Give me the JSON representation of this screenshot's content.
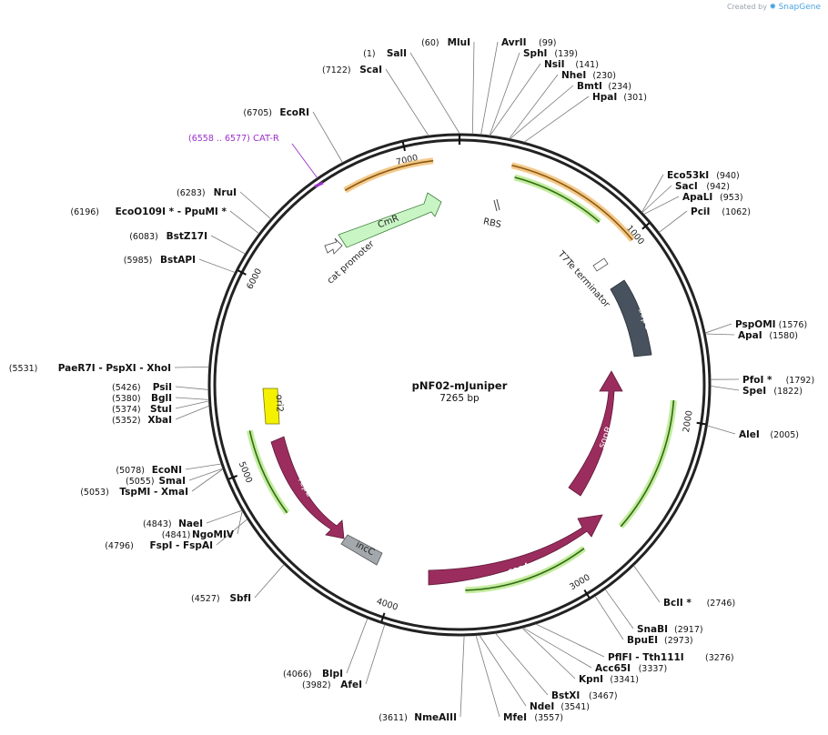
{
  "watermark": {
    "prefix": "Created by",
    "brand": "SnapGene"
  },
  "plasmid": {
    "name": "pNF02-mJuniper",
    "length_label": "7265 bp",
    "length": 7265
  },
  "ticks": [
    {
      "label": "1000",
      "pos": 1000
    },
    {
      "label": "2000",
      "pos": 2000
    },
    {
      "label": "3000",
      "pos": 3000
    },
    {
      "label": "4000",
      "pos": 4000
    },
    {
      "label": "5000",
      "pos": 5000
    },
    {
      "label": "6000",
      "pos": 6000
    },
    {
      "label": "7000",
      "pos": 7000
    }
  ],
  "primer": {
    "range": "(6558 .. 6577)",
    "name": "CAT-R",
    "color": "#9b30c8"
  },
  "sites": [
    {
      "name": "SalI",
      "pos": "(1)",
      "bp": 1,
      "side": "L"
    },
    {
      "name": "MluI",
      "pos": "(60)",
      "bp": 60,
      "side": "L"
    },
    {
      "name": "AvrII",
      "pos": "(99)",
      "bp": 99,
      "side": "R"
    },
    {
      "name": "SphI",
      "pos": "(139)",
      "bp": 139,
      "side": "R"
    },
    {
      "name": "NsiI",
      "pos": "(141)",
      "bp": 141,
      "side": "R"
    },
    {
      "name": "NheI",
      "pos": "(230)",
      "bp": 230,
      "side": "R"
    },
    {
      "name": "BmtI",
      "pos": "(234)",
      "bp": 234,
      "side": "R"
    },
    {
      "name": "HpaI",
      "pos": "(301)",
      "bp": 301,
      "side": "R"
    },
    {
      "name": "Eco53kI",
      "pos": "(940)",
      "bp": 940,
      "side": "R"
    },
    {
      "name": "SacI",
      "pos": "(942)",
      "bp": 942,
      "side": "R"
    },
    {
      "name": "ApaLI",
      "pos": "(953)",
      "bp": 953,
      "side": "R"
    },
    {
      "name": "PciI",
      "pos": "(1062)",
      "bp": 1062,
      "side": "R"
    },
    {
      "name": "PspOMI",
      "pos": "(1576)",
      "bp": 1576,
      "side": "R"
    },
    {
      "name": "ApaI",
      "pos": "(1580)",
      "bp": 1580,
      "side": "R"
    },
    {
      "name": "PfoI *",
      "pos": "(1792)",
      "bp": 1792,
      "side": "R"
    },
    {
      "name": "SpeI",
      "pos": "(1822)",
      "bp": 1822,
      "side": "R"
    },
    {
      "name": "AleI",
      "pos": "(2005)",
      "bp": 2005,
      "side": "R"
    },
    {
      "name": "BclI *",
      "pos": "(2746)",
      "bp": 2746,
      "side": "R"
    },
    {
      "name": "SnaBI",
      "pos": "(2917)",
      "bp": 2917,
      "side": "R"
    },
    {
      "name": "BpuEI",
      "pos": "(2973)",
      "bp": 2973,
      "side": "R"
    },
    {
      "name": "PflFI - Tth111I",
      "pos": "(3276)",
      "bp": 3276,
      "side": "R"
    },
    {
      "name": "Acc65I",
      "pos": "(3337)",
      "bp": 3337,
      "side": "R"
    },
    {
      "name": "KpnI",
      "pos": "(3341)",
      "bp": 3341,
      "side": "R"
    },
    {
      "name": "BstXI",
      "pos": "(3467)",
      "bp": 3467,
      "side": "R"
    },
    {
      "name": "NdeI",
      "pos": "(3541)",
      "bp": 3541,
      "side": "R"
    },
    {
      "name": "MfeI",
      "pos": "(3557)",
      "bp": 3557,
      "side": "R"
    },
    {
      "name": "NmeAIII",
      "pos": "(3611)",
      "bp": 3611,
      "side": "L"
    },
    {
      "name": "AfeI",
      "pos": "(3982)",
      "bp": 3982,
      "side": "L"
    },
    {
      "name": "BlpI",
      "pos": "(4066)",
      "bp": 4066,
      "side": "L"
    },
    {
      "name": "SbfI",
      "pos": "(4527)",
      "bp": 4527,
      "side": "L"
    },
    {
      "name": "FspI - FspAI",
      "pos": "(4796)",
      "bp": 4796,
      "side": "L"
    },
    {
      "name": "NgoMIV",
      "pos": "(4841)",
      "bp": 4841,
      "side": "L"
    },
    {
      "name": "NaeI",
      "pos": "(4843)",
      "bp": 4843,
      "side": "L"
    },
    {
      "name": "TspMI - XmaI",
      "pos": "(5053)",
      "bp": 5053,
      "side": "L"
    },
    {
      "name": "SmaI",
      "pos": "(5055)",
      "bp": 5055,
      "side": "L"
    },
    {
      "name": "EcoNI",
      "pos": "(5078)",
      "bp": 5078,
      "side": "L"
    },
    {
      "name": "XbaI",
      "pos": "(5352)",
      "bp": 5352,
      "side": "L"
    },
    {
      "name": "StuI",
      "pos": "(5374)",
      "bp": 5374,
      "side": "L"
    },
    {
      "name": "BglI",
      "pos": "(5380)",
      "bp": 5380,
      "side": "L"
    },
    {
      "name": "PsiI",
      "pos": "(5426)",
      "bp": 5426,
      "side": "L"
    },
    {
      "name": "PaeR7I - PspXI - XhoI",
      "pos": "(5531)",
      "bp": 5531,
      "side": "L"
    },
    {
      "name": "BstAPI",
      "pos": "(5985)",
      "bp": 5985,
      "side": "L"
    },
    {
      "name": "BstZ17I",
      "pos": "(6083)",
      "bp": 6083,
      "side": "L"
    },
    {
      "name": "EcoO109I * - PpuMI *",
      "pos": "(6196)",
      "bp": 6196,
      "side": "L"
    },
    {
      "name": "NruI",
      "pos": "(6283)",
      "bp": 6283,
      "side": "L"
    },
    {
      "name": "EcoRI",
      "pos": "(6705)",
      "bp": 6705,
      "side": "L"
    },
    {
      "name": "ScaI",
      "pos": "(7122)",
      "bp": 7122,
      "side": "L"
    }
  ],
  "features": [
    {
      "name": "CmR",
      "kind": "cds",
      "color": "#c9f5c5"
    },
    {
      "name": "cat promoter",
      "kind": "promoter"
    },
    {
      "name": "RBS",
      "kind": "rbs"
    },
    {
      "name": "T7Te terminator",
      "kind": "terminator"
    },
    {
      "name": "sopC",
      "kind": "repeat",
      "color": "#47525e"
    },
    {
      "name": "sopB",
      "kind": "cds",
      "color": "#9b2d5e"
    },
    {
      "name": "sopA",
      "kind": "cds",
      "color": "#9b2d5e"
    },
    {
      "name": "repE",
      "kind": "cds",
      "color": "#9b2d5e"
    },
    {
      "name": "incC",
      "kind": "misc",
      "color": "#a3a8ad"
    },
    {
      "name": "ori2",
      "kind": "origin",
      "color": "#f4f000"
    }
  ],
  "colors": {
    "ring": "#222222",
    "orange_arc": "#e8a33a",
    "green_arc": "#6cc24a"
  }
}
